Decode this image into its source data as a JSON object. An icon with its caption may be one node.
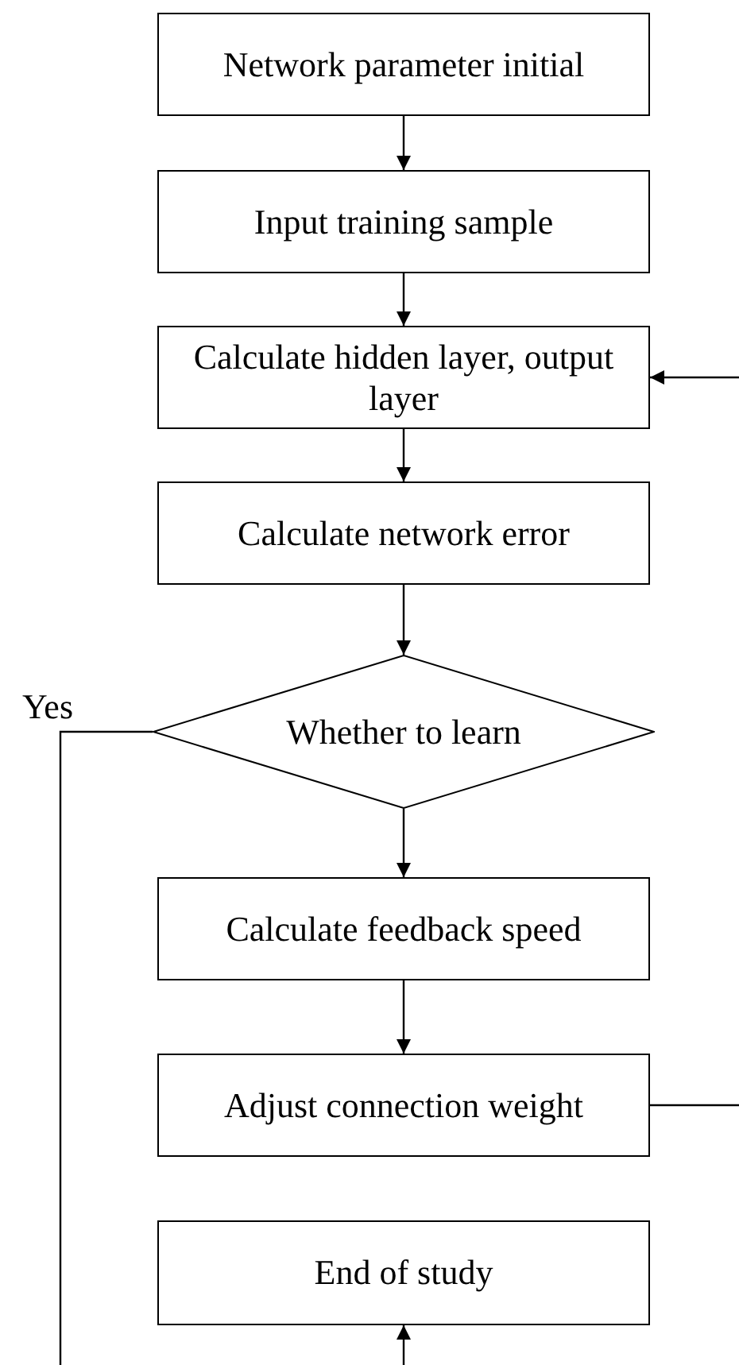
{
  "diagram": {
    "nodes": [
      {
        "text": [
          "Network parameter initial"
        ]
      },
      {
        "text": [
          "Input training sample"
        ]
      },
      {
        "text": [
          "Calculate hidden layer, output layer"
        ]
      },
      {
        "text": [
          "Calculate network error"
        ]
      },
      {
        "text": [
          "Whether to learn"
        ]
      },
      {
        "text": [
          "Calculate feedback speed"
        ]
      },
      {
        "text": [
          "Adjust connection weight"
        ]
      },
      {
        "text": [
          "End of study"
        ]
      }
    ],
    "edges": [
      {
        "from": 0,
        "to": 1,
        "arrow": "to"
      },
      {
        "from": 1,
        "to": 2,
        "arrow": "to"
      },
      {
        "from": 2,
        "to": 3,
        "arrow": "to"
      },
      {
        "from": 3,
        "to": 4,
        "arrow": "to"
      },
      {
        "from": 4,
        "to": 5,
        "arrow": "to"
      },
      {
        "from": 5,
        "to": 6,
        "arrow": "to"
      },
      {
        "from": null,
        "to": 2,
        "arrow": "to"
      },
      {
        "from": 6,
        "to": null,
        "arrow": "none"
      },
      {
        "from": 4,
        "to": null,
        "arrow": "none",
        "label": "Yes"
      },
      {
        "from": null,
        "to": 7,
        "arrow": "to"
      }
    ]
  }
}
